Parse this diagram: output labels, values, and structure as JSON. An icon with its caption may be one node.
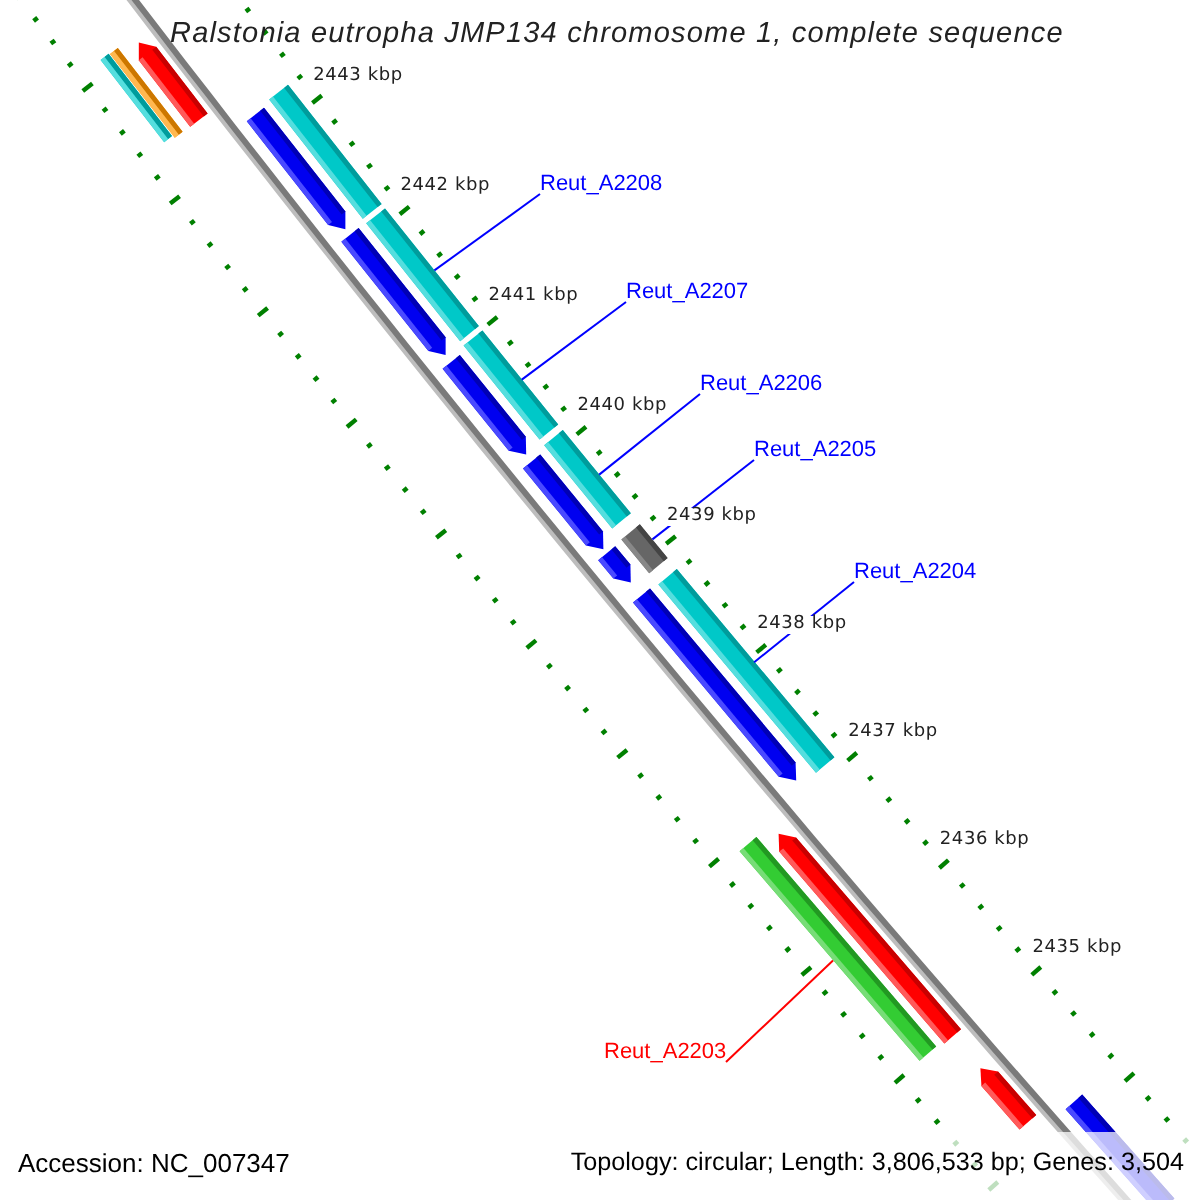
{
  "diagram": {
    "title": "Ralstonia eutropha JMP134 chromosome 1, complete sequence",
    "nodes": [
      {
        "text": [
          "Reut_A2208"
        ]
      },
      {
        "text": [
          "Reut_A2207"
        ]
      },
      {
        "text": [
          "Reut_A2206"
        ]
      },
      {
        "text": [
          "Reut_A2205"
        ]
      },
      {
        "text": [
          "Reut_A2204"
        ]
      },
      {
        "text": [
          "Reut_A2203"
        ]
      },
      {
        "text": [],
        "shape": "pentagon"
      },
      {
        "text": [],
        "shape": "bar"
      },
      {
        "text": [],
        "shape": "bar"
      },
      {
        "text": [],
        "shape": "bar"
      },
      {
        "text": [],
        "shape": "pentagon"
      },
      {
        "text": [],
        "shape": "bar"
      },
      {
        "text": [],
        "shape": "pentagon"
      },
      {
        "text": [],
        "shape": "bar"
      },
      {
        "text": [],
        "shape": "pentagon"
      },
      {
        "text": [],
        "shape": "bar"
      },
      {
        "text": [],
        "shape": "pentagon"
      },
      {
        "text": [],
        "shape": "bar"
      },
      {
        "text": [],
        "shape": "pentagon"
      },
      {
        "text": [],
        "shape": "bar"
      },
      {
        "text": [],
        "shape": "pentagon"
      },
      {
        "text": [],
        "shape": "pentagon"
      },
      {
        "text": [],
        "shape": "bar"
      },
      {
        "text": [],
        "shape": "pentagon"
      },
      {
        "text": [],
        "shape": "bar"
      }
    ],
    "edges": [
      {
        "from": 0,
        "to": 11,
        "arrow": "none"
      },
      {
        "from": 1,
        "to": 13,
        "arrow": "none"
      },
      {
        "from": 2,
        "to": 15,
        "arrow": "none"
      },
      {
        "from": 3,
        "to": 17,
        "arrow": "none"
      },
      {
        "from": 4,
        "to": 19,
        "arrow": "none"
      },
      {
        "from": 5,
        "to": 22,
        "arrow": "none",
        "color": "#ff0000"
      }
    ],
    "labels": [
      "2443 kbp",
      "2442 kbp",
      "2441 kbp",
      "2440 kbp",
      "2439 kbp",
      "2438 kbp",
      "2437 kbp",
      "2436 kbp",
      "2435 kbp",
      "Accession: NC_007347",
      "Topology: circular; Length: 3,806,533 bp; Genes: 3,504"
    ]
  }
}
